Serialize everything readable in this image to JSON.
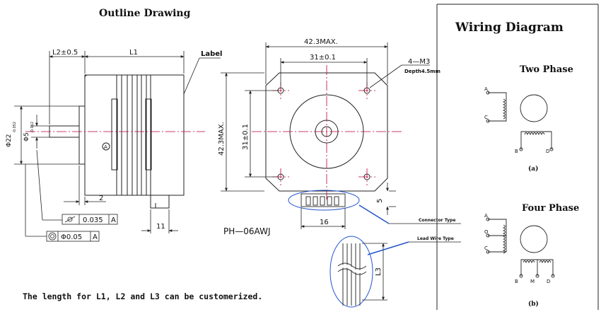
{
  "outline": {
    "title": "Outline Drawing",
    "dim_l2": "L2±0.5",
    "dim_l1": "L1",
    "label_callout": "Label",
    "dim_shaft_dia": "Φ22",
    "dim_shaft_dia_tol": "-0.052",
    "dim_shaft_small": "Φ5",
    "dim_shaft_small_tol": "-0.012",
    "datum": "A",
    "dim_2": "2",
    "dim_11": "11",
    "tol_runout_value": "0.035",
    "tol_runout_datum": "A",
    "tol_conc_value": "Φ0.05",
    "tol_conc_datum": "A"
  },
  "front": {
    "dim_width": "42.3MAX.",
    "dim_hole_spacing": "31±0.1",
    "dim_height": "42.3MAX.",
    "dim_hole_spacing_v": "31±0.1",
    "thread_label": "4—M3",
    "thread_depth": "Depth4.5mm",
    "connector_model": "PH—06AWJ",
    "dim_16": "16",
    "dim_5": "5",
    "connector_type": "Connector Type",
    "lead_wire_type": "Lead Wire Type",
    "dim_l3": "L3"
  },
  "wiring": {
    "title": "Wiring Diagram",
    "two_phase": {
      "title": "Two Phase",
      "caption": "(a)",
      "terms": [
        "A",
        "C",
        "B",
        "D"
      ]
    },
    "four_phase": {
      "title": "Four Phase",
      "caption": "(b)",
      "terms": [
        "A",
        "O",
        "C",
        "B",
        "M",
        "D"
      ]
    }
  },
  "footnote": "The length for L1, L2 and L3 can be customerized."
}
